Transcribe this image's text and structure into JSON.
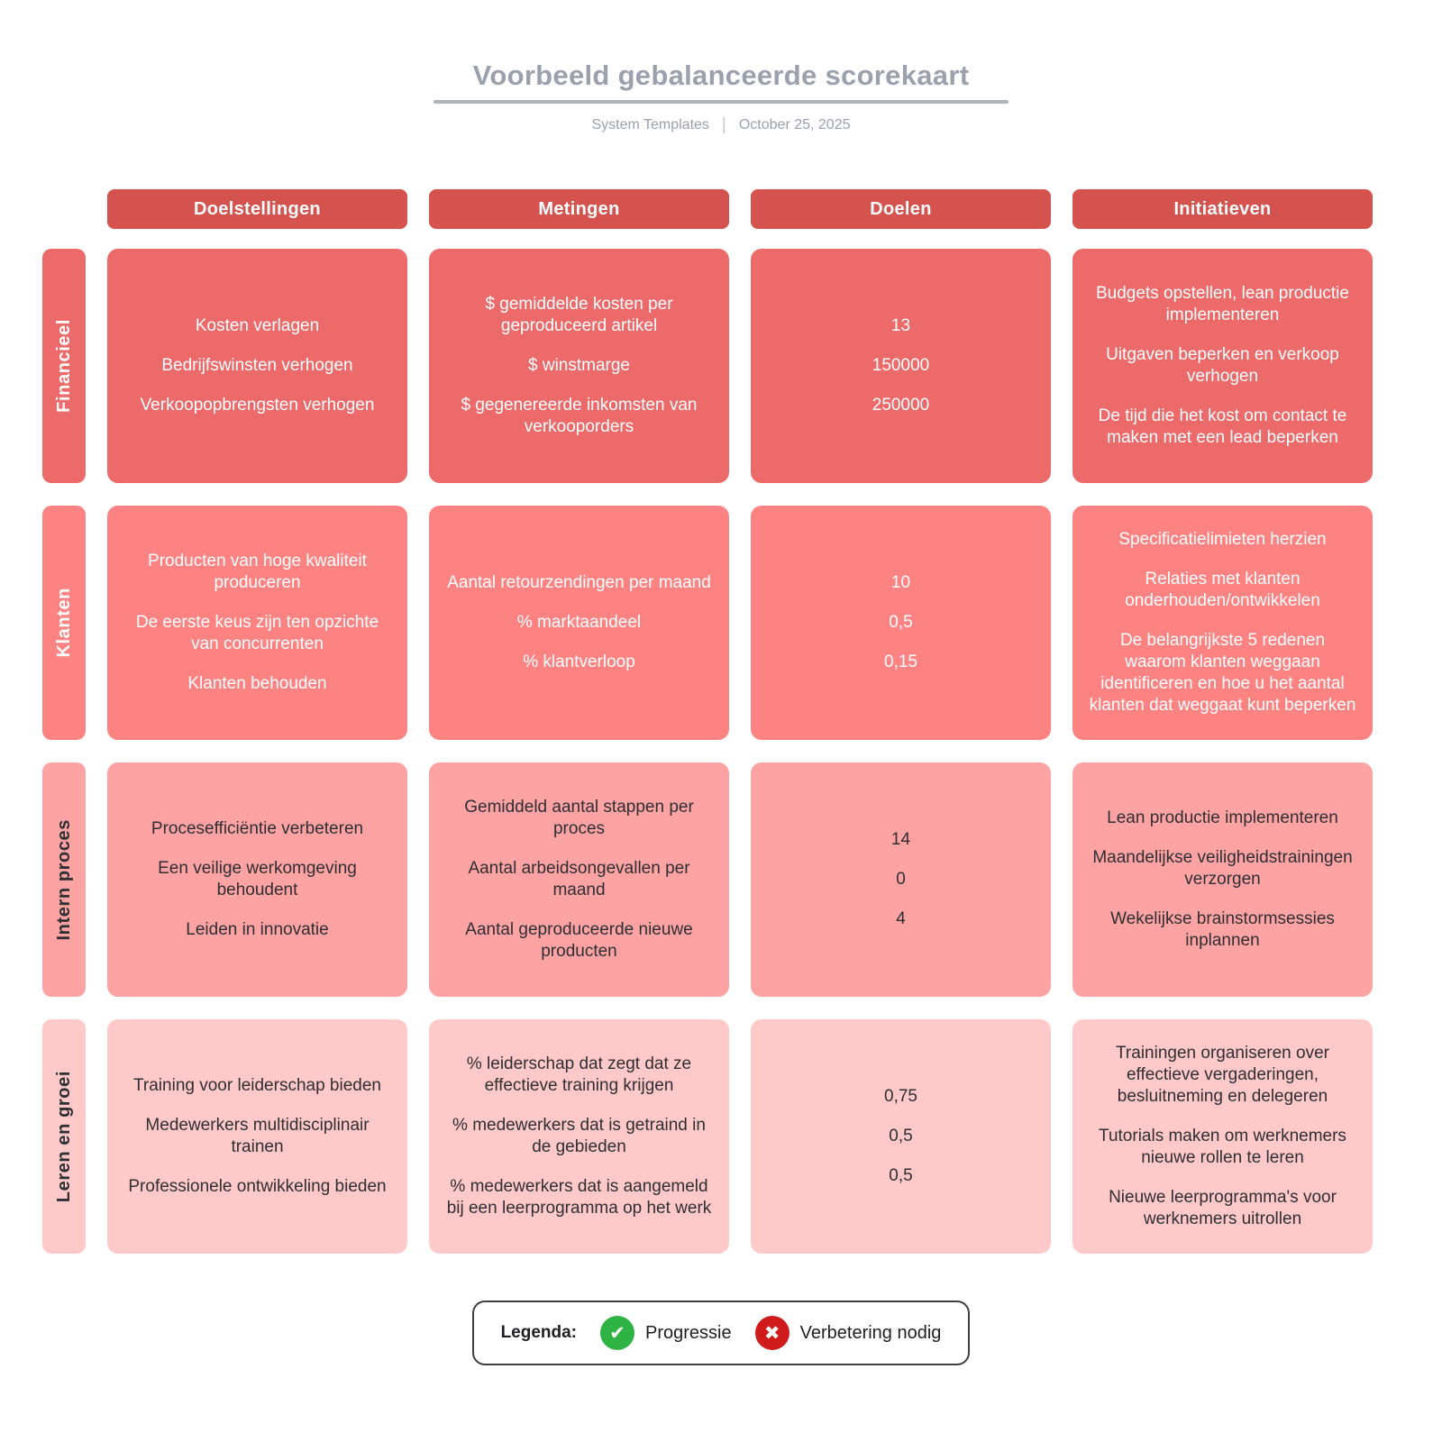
{
  "header": {
    "title": "Voorbeeld gebalanceerde scorekaart",
    "subtitle_left": "System Templates",
    "subtitle_divider": "|",
    "subtitle_right": "October 25, 2025"
  },
  "columns": [
    "Doelstellingen",
    "Metingen",
    "Doelen",
    "Initiatieven"
  ],
  "colors": {
    "column_header_bg": "#d4534f",
    "column_header_text": "#ffffff"
  },
  "rows": [
    {
      "label": "Financieel",
      "bg": "#ec6a6a",
      "text": "#ffffff",
      "cells": {
        "doelstellingen": [
          "Kosten verlagen",
          "Bedrijfswinsten verhogen",
          "Verkoopopbrengsten verhogen"
        ],
        "metingen": [
          "$ gemiddelde kosten per geproduceerd artikel",
          "$ winstmarge",
          "$ gegenereerde inkomsten van verkooporders"
        ],
        "doelen": [
          "13",
          "150000",
          "250000"
        ],
        "initiatieven": [
          "Budgets opstellen, lean productie implementeren",
          "Uitgaven beperken en verkoop verhogen",
          "De tijd die het kost om contact te maken met een lead beperken"
        ]
      }
    },
    {
      "label": "Klanten",
      "bg": "#fd8383",
      "text": "#ffffff",
      "cells": {
        "doelstellingen": [
          "Producten van hoge kwaliteit produceren",
          "De eerste keus zijn ten opzichte van concurrenten",
          "Klanten behouden"
        ],
        "metingen": [
          "Aantal retourzendingen per maand",
          "% marktaandeel",
          "% klantverloop"
        ],
        "doelen": [
          "10",
          "0,5",
          "0,15"
        ],
        "initiatieven": [
          "Specificatielimieten herzien",
          "Relaties met klanten onderhouden/ontwikkelen",
          "De belangrijkste 5 redenen waarom klanten weggaan identificeren en hoe u het aantal klanten dat weggaat kunt beperken"
        ]
      }
    },
    {
      "label": "Intern proces",
      "bg": "#fda3a3",
      "text": "#2e2e33",
      "cells": {
        "doelstellingen": [
          "Procesefficiëntie verbeteren",
          "Een veilige werkomgeving behoudent",
          "Leiden in innovatie"
        ],
        "metingen": [
          "Gemiddeld aantal stappen per proces",
          "Aantal arbeidsongevallen per maand",
          "Aantal geproduceerde nieuwe producten"
        ],
        "doelen": [
          "14",
          "0",
          "4"
        ],
        "initiatieven": [
          "Lean productie implementeren",
          "Maandelijkse veiligheidstrainingen verzorgen",
          "Wekelijkse brainstormsessies inplannen"
        ]
      }
    },
    {
      "label": "Leren en groei",
      "bg": "#ffc9c9",
      "text": "#2e2e33",
      "cells": {
        "doelstellingen": [
          "Training voor leiderschap bieden",
          "Medewerkers multidisciplinair trainen",
          "Professionele ontwikkeling bieden"
        ],
        "metingen": [
          "% leiderschap dat zegt dat ze effectieve training krijgen",
          "% medewerkers dat is getraind in de gebieden",
          "% medewerkers dat is aangemeld bij een leerprogramma op het werk"
        ],
        "doelen": [
          "0,75",
          "0,5",
          "0,5"
        ],
        "initiatieven": [
          "Trainingen organiseren over effectieve vergaderingen, besluitneming en delegeren",
          "Tutorials maken om werknemers nieuwe rollen te leren",
          "Nieuwe leerprogramma's voor werknemers uitrollen"
        ]
      }
    }
  ],
  "legend": {
    "label": "Legenda:",
    "items": [
      {
        "icon": "check-circle-icon",
        "glyph": "✔",
        "color": "#2eb344",
        "label": "Progressie"
      },
      {
        "icon": "x-circle-icon",
        "glyph": "✖",
        "color": "#cf1b1b",
        "label": "Verbetering nodig"
      }
    ]
  }
}
